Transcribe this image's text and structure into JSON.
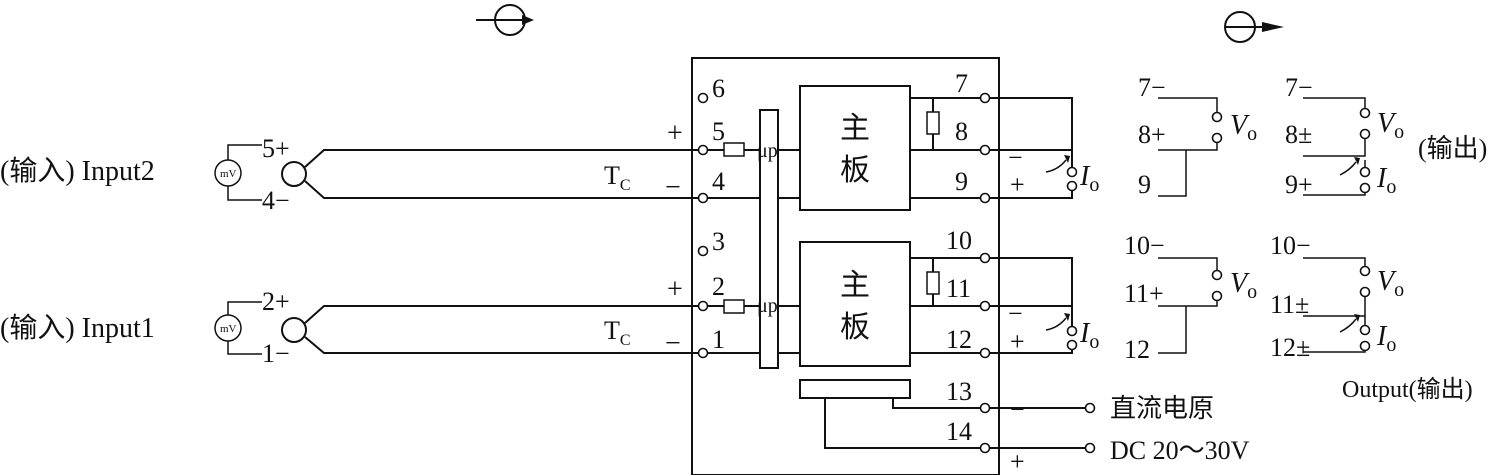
{
  "left_labels": {
    "input2": "(输入) Input2",
    "input1": "(输入) Input1",
    "mv": "mV",
    "tc": "T",
    "tc_sub": "C",
    "t5": "5+",
    "t4": "4−",
    "t2": "2+",
    "t1": "1−"
  },
  "module": {
    "pins_left": [
      "6",
      "5",
      "4",
      "3",
      "2",
      "1"
    ],
    "pins_right": [
      "7",
      "8",
      "9",
      "10",
      "11",
      "12",
      "13",
      "14"
    ],
    "board": "主板",
    "board_top": "主",
    "board_bottom": "板",
    "mu_p": "μp",
    "plus": "+",
    "minus": "−"
  },
  "power": {
    "label_cn": "直流电原",
    "label_en": "DC 20～30V"
  },
  "output": {
    "vo": "V",
    "vo_sub": "o",
    "io": "I",
    "io_sub": "o",
    "group_a": [
      "7−",
      "8+",
      "9",
      "10−",
      "11+",
      "12"
    ],
    "group_b": [
      "7−",
      "8±",
      "9+",
      "10−",
      "11±",
      "12±"
    ],
    "label_top": "(输出)",
    "label_bottom": "Output(输出)"
  }
}
